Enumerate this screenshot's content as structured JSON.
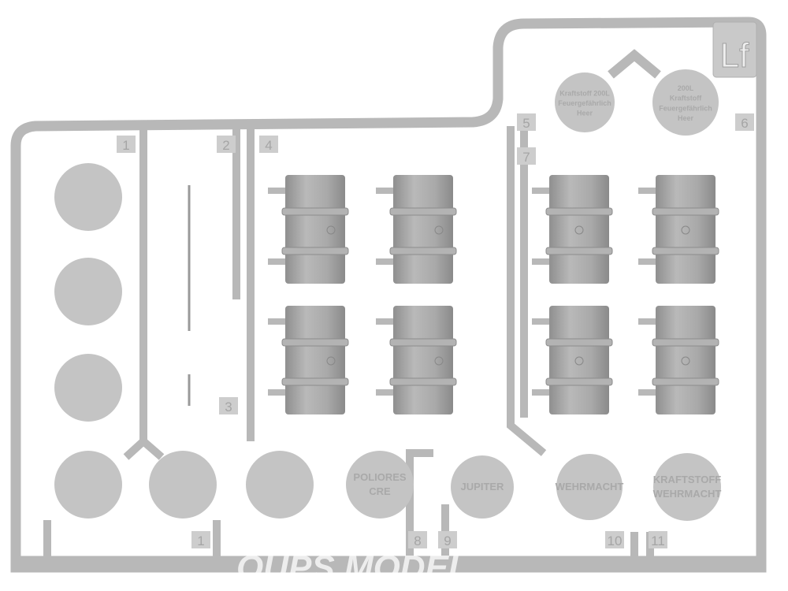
{
  "sprue_letter": "Lf",
  "part_numbers": [
    "1",
    "2",
    "4",
    "3",
    "1",
    "5",
    "6",
    "7",
    "8",
    "9",
    "10",
    "11"
  ],
  "disc_labels": [
    {
      "lines": [
        "Kraftstoff 200L",
        "Feuergefährlich",
        "Heer"
      ]
    },
    {
      "lines": [
        "200L",
        "Kraftstoff",
        "Feuergefährlich",
        "Heer"
      ]
    },
    {
      "lines": [
        "POLIORES",
        "CRE"
      ]
    },
    {
      "lines": [
        "JUPITER"
      ]
    },
    {
      "lines": [
        "WEHRMACHT"
      ]
    },
    {
      "lines": [
        "KRAFTSTOFF",
        "WEHRMACHT"
      ]
    }
  ],
  "watermark": "OUPS MODEL",
  "colors": {
    "plastic": "#c4c4c4",
    "rod": "#b5b5b5",
    "barrel": "#a8a8a8",
    "background": "#ffffff"
  }
}
